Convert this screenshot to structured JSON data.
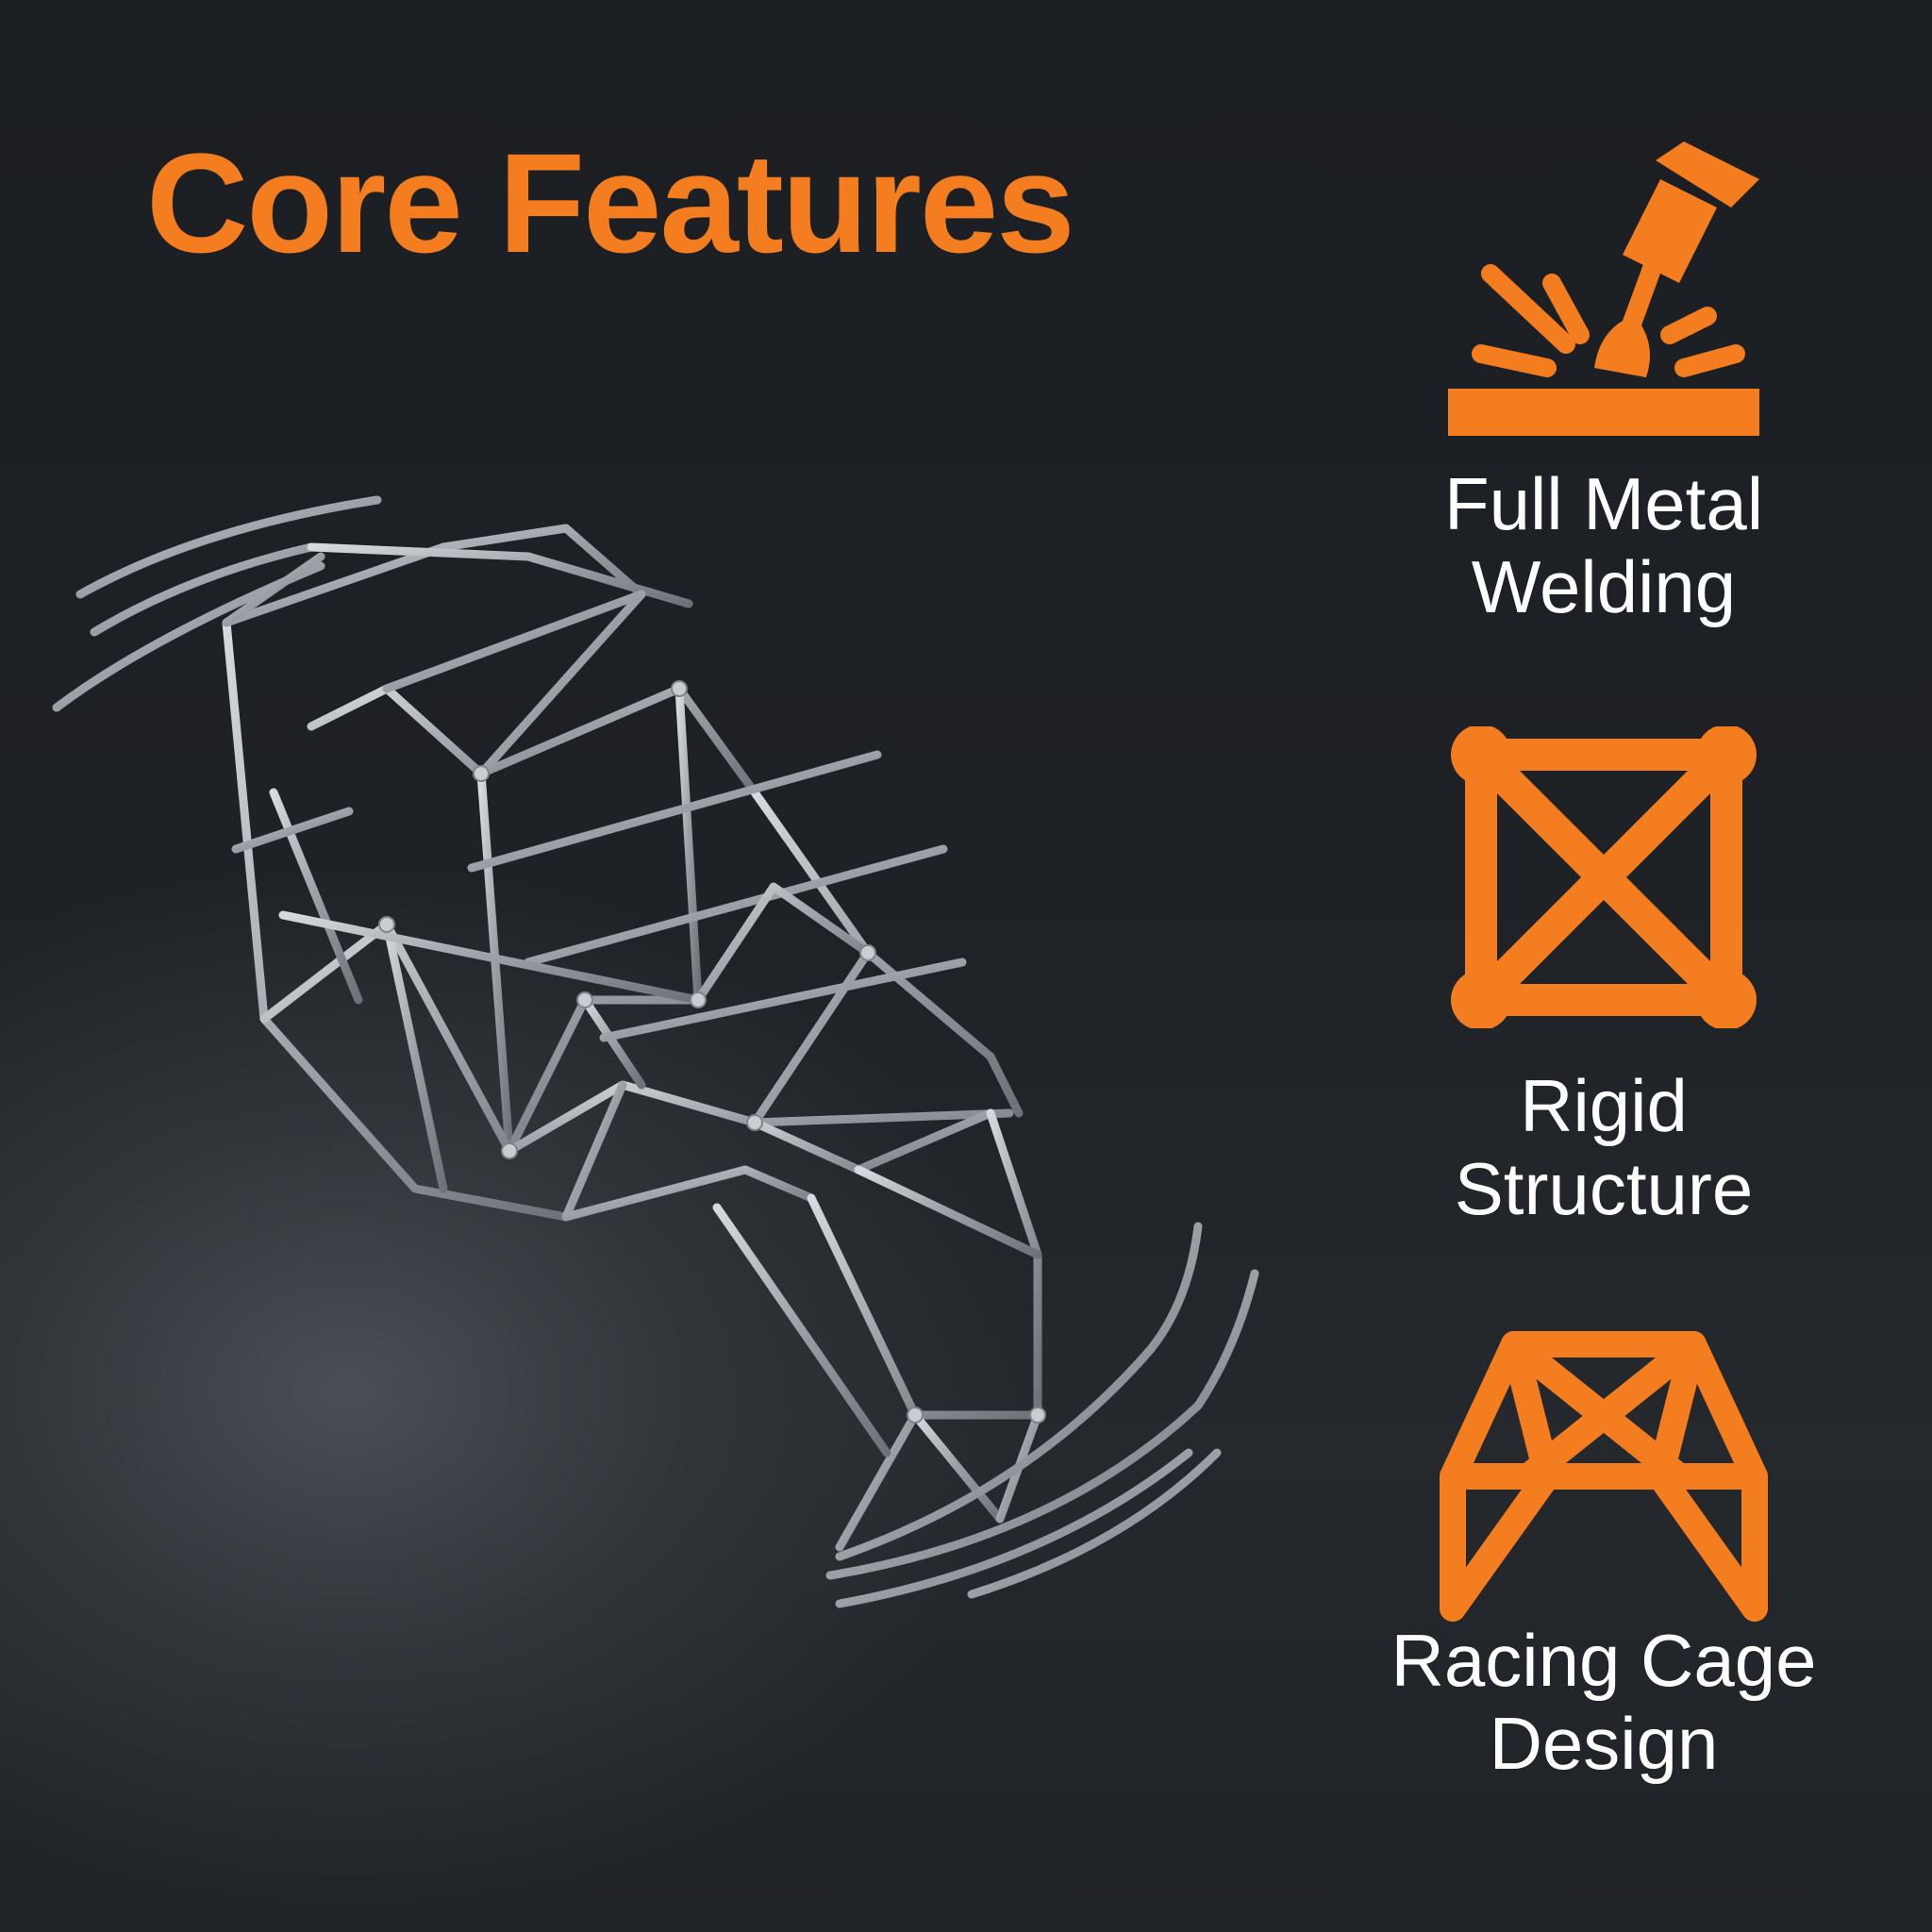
{
  "title": "Core Features",
  "colors": {
    "accent": "#f47d20",
    "background": "#1e2125",
    "text": "#ffffff",
    "metal": "#b9bec3"
  },
  "features": [
    {
      "icon": "welding-torch-icon",
      "line1": "Full Metal",
      "line2": "Welding"
    },
    {
      "icon": "braced-frame-icon",
      "line1": "Rigid",
      "line2": "Structure"
    },
    {
      "icon": "roll-cage-icon",
      "line1": "Racing Cage",
      "line2": "Design"
    }
  ]
}
